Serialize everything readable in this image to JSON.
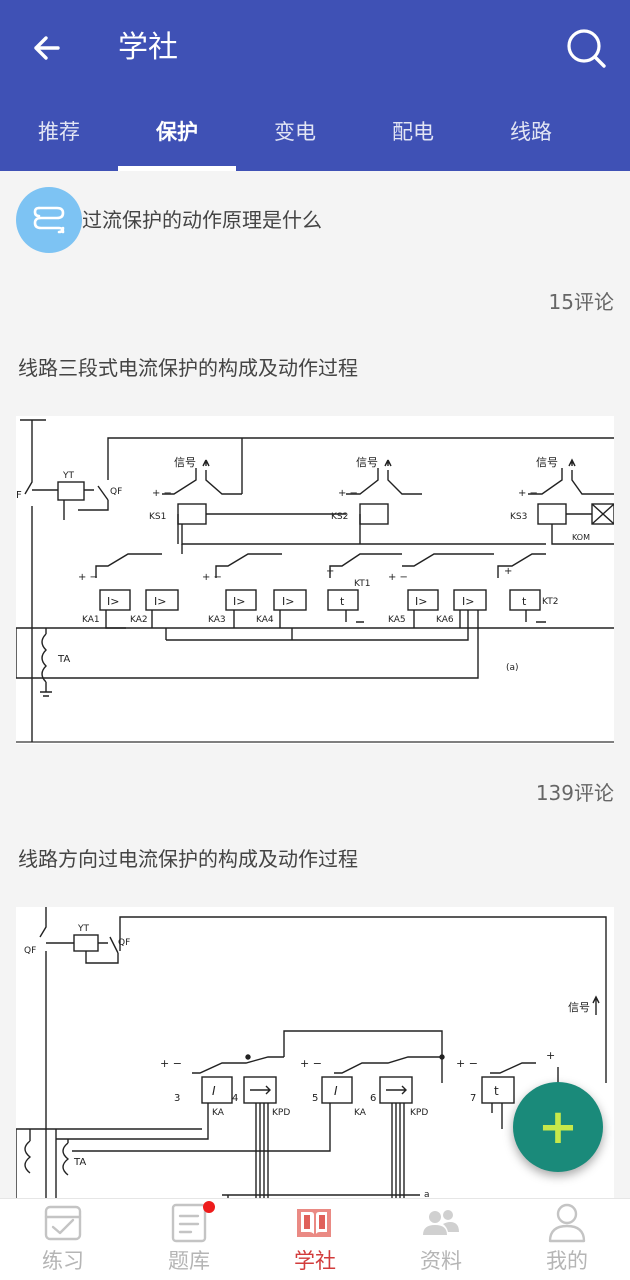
{
  "header": {
    "title": "学社",
    "back_icon": "arrow-left-icon",
    "search_icon": "search-icon",
    "background": "#3f51b5"
  },
  "tabs": [
    {
      "label": "推荐",
      "active": false
    },
    {
      "label": "保护",
      "active": true
    },
    {
      "label": "变电",
      "active": false
    },
    {
      "label": "配电",
      "active": false
    },
    {
      "label": "线路",
      "active": false
    }
  ],
  "feed": {
    "question": {
      "text": "过流保护的动作原理是什么",
      "comments": "15评论"
    },
    "posts": [
      {
        "title": "线路三段式电流保护的构成及动作过程",
        "comments": "139评论",
        "diagram": {
          "signal": "信号",
          "labels": [
            "YT",
            "QF",
            "KS1",
            "KS2",
            "KS3",
            "KA1",
            "KA2",
            "KA3",
            "KA4",
            "KT1",
            "KA5",
            "KA6",
            "KT2",
            "TA",
            "(a)",
            "I>",
            "t",
            "KOM"
          ]
        }
      },
      {
        "title": "线路方向过电流保护的构成及动作过程",
        "diagram": {
          "signal": "信号",
          "labels": [
            "QF",
            "YT",
            "QF",
            "KA",
            "KPD",
            "KA",
            "KPD",
            "TA",
            "I",
            "t",
            "3",
            "4",
            "5",
            "6",
            "7",
            "a"
          ]
        }
      }
    ]
  },
  "fab": {
    "label": "+",
    "color": "#1a8a7a"
  },
  "bottom_nav": [
    {
      "label": "练习",
      "icon": "practice-icon",
      "active": false
    },
    {
      "label": "题库",
      "icon": "question-bank-icon",
      "active": false,
      "badge": true
    },
    {
      "label": "学社",
      "icon": "book-icon",
      "active": true
    },
    {
      "label": "资料",
      "icon": "people-icon",
      "active": false
    },
    {
      "label": "我的",
      "icon": "profile-icon",
      "active": false
    }
  ]
}
